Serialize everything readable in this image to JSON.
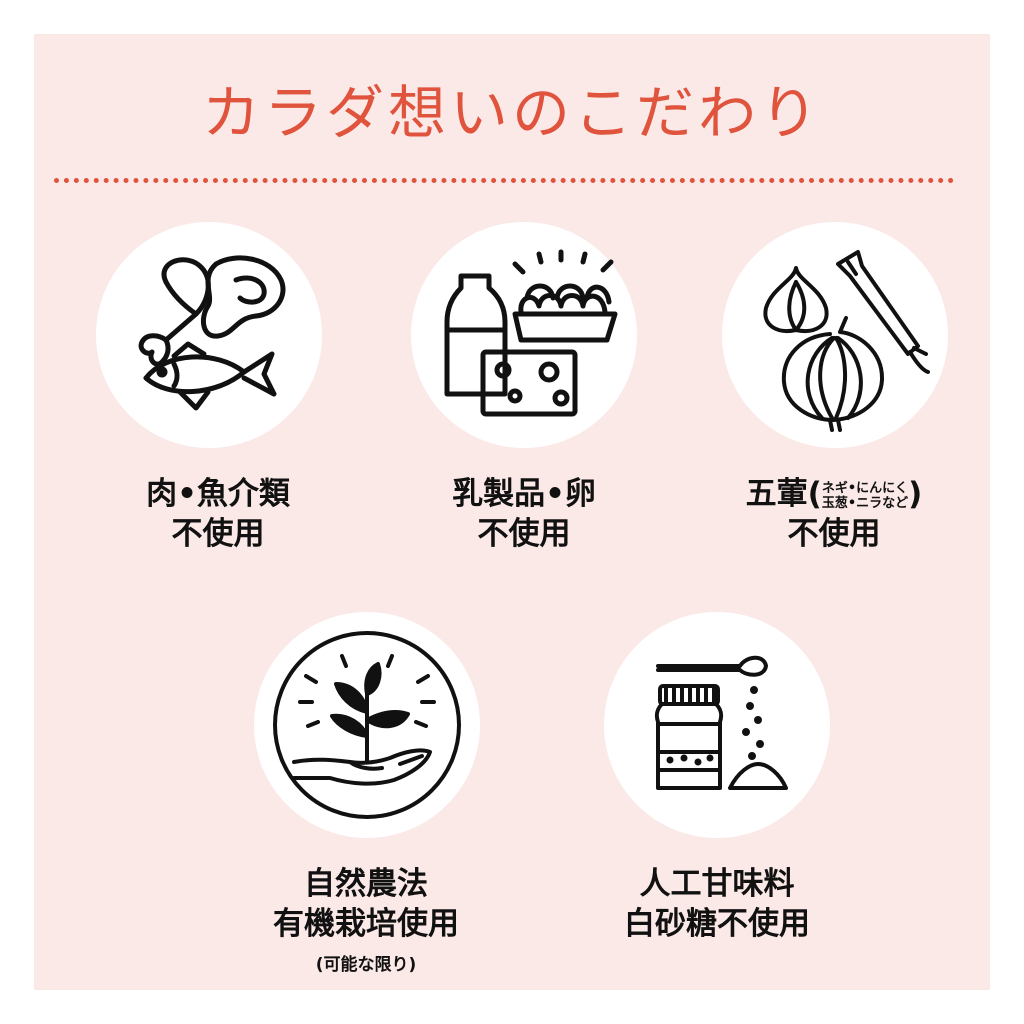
{
  "title": "カラダ想いのこだわり",
  "colors": {
    "accent": "#e0533c",
    "panel": "#fbe9e7",
    "circle": "#ffffff",
    "ink": "#111111"
  },
  "items": [
    {
      "icon": "meat-fish-icon",
      "line1": "肉•魚介類",
      "line2": "不使用"
    },
    {
      "icon": "dairy-egg-icon",
      "line1": "乳製品•卵",
      "line2": "不使用"
    },
    {
      "icon": "garlic-onion-leek-icon",
      "line1_main": "五葷(",
      "line1_small_a": "ネギ•にんにく",
      "line1_small_b": "玉葱•ニラなど",
      "line1_end": ")",
      "line2": "不使用"
    },
    {
      "icon": "plant-in-hand-icon",
      "line1": "自然農法",
      "line2": "有機栽培使用",
      "note": "(可能な限り)"
    },
    {
      "icon": "sugar-jar-spoon-icon",
      "line1": "人工甘味料",
      "line2": "白砂糖不使用"
    }
  ]
}
